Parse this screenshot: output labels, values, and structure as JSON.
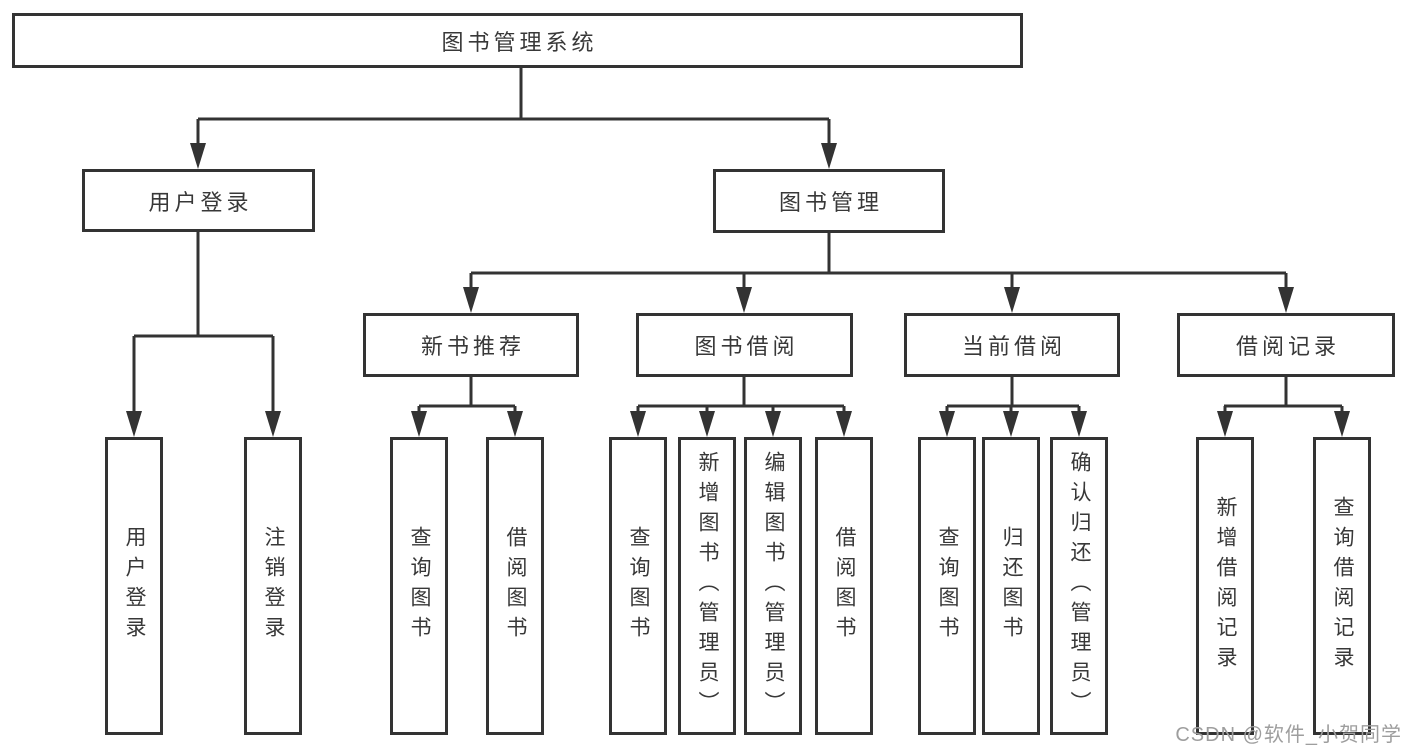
{
  "tree": {
    "label": "图书管理系统",
    "children": [
      {
        "label": "用户登录",
        "children": [
          {
            "label": "用户登录"
          },
          {
            "label": "注销登录"
          }
        ]
      },
      {
        "label": "图书管理",
        "children": [
          {
            "label": "新书推荐",
            "children": [
              {
                "label": "查询图书"
              },
              {
                "label": "借阅图书"
              }
            ]
          },
          {
            "label": "图书借阅",
            "children": [
              {
                "label": "查询图书"
              },
              {
                "label": "新增图书（管理员）"
              },
              {
                "label": "编辑图书（管理员）"
              },
              {
                "label": "借阅图书"
              }
            ]
          },
          {
            "label": "当前借阅",
            "children": [
              {
                "label": "查询图书"
              },
              {
                "label": "归还图书"
              },
              {
                "label": "确认归还（管理员）"
              }
            ]
          },
          {
            "label": "借阅记录",
            "children": [
              {
                "label": "新增借阅记录"
              },
              {
                "label": "查询借阅记录"
              }
            ]
          }
        ]
      }
    ]
  },
  "watermark": {
    "text": "CSDN @软件_小贺同学"
  },
  "colors": {
    "line": "#333333",
    "box_border": "#333333",
    "text": "#383838",
    "watermark": "#9e9e9e",
    "background": "#ffffff"
  }
}
